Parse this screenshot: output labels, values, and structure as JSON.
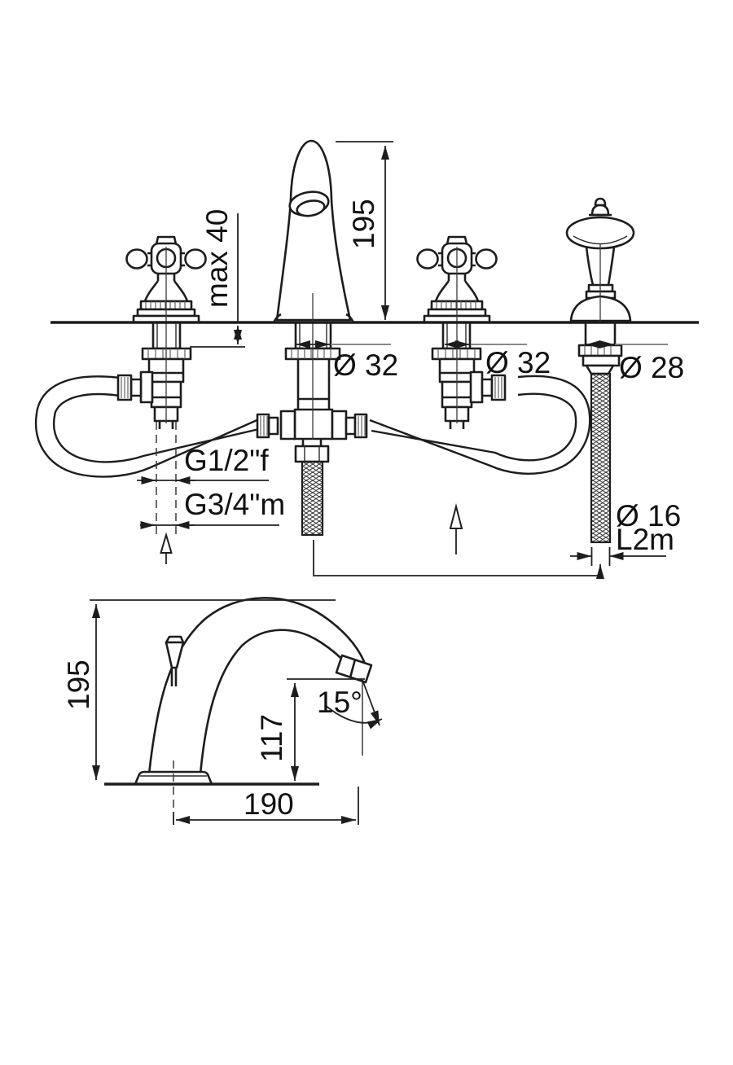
{
  "drawing": {
    "front_view": {
      "max_deck_thickness": "max 40",
      "spout_height": "195",
      "spout_shank_diameter": "Ø 32",
      "valve_shank_diameter": "Ø 32",
      "handshower_shank_diameter": "Ø 28",
      "valve_inlet_thread": "G1/2\"f",
      "valve_outlet_thread": "G3/4\"m",
      "shower_hose_diameter": "Ø 16",
      "shower_hose_length": "L2m"
    },
    "side_view": {
      "spout_height": "195",
      "spout_outlet_height": "117",
      "spout_outlet_angle": "15°",
      "spout_reach": "190"
    }
  }
}
